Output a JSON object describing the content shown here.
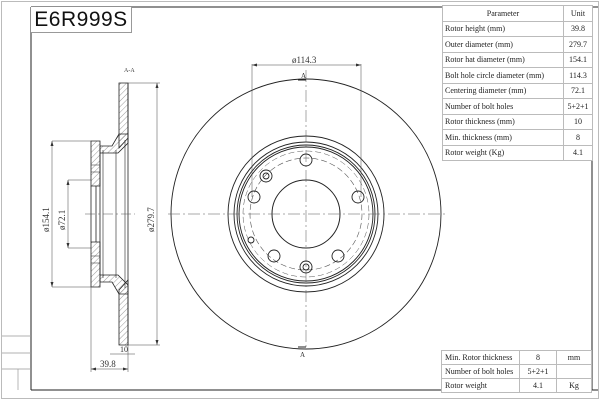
{
  "drawing": {
    "part_number": "E6R999S",
    "section_label": "A-A",
    "section_marker_top": "A",
    "section_marker_bottom": "A",
    "dimensions": {
      "bolt_circle": "ø114.3",
      "hat_diameter": "ø154.1",
      "centering_diameter": "ø72.1",
      "outer_diameter": "ø279.7",
      "thickness": "10",
      "height": "39.8"
    }
  },
  "parameter_table": {
    "header": {
      "parameter": "Parameter",
      "unit": "Unit"
    },
    "rows": [
      {
        "label": "Rotor height (mm)",
        "value": "39.8"
      },
      {
        "label": "Outer diameter (mm)",
        "value": "279.7"
      },
      {
        "label": "Rotor hat diameter (mm)",
        "value": "154.1"
      },
      {
        "label": "Bolt hole circle diameter (mm)",
        "value": "114.3"
      },
      {
        "label": "Centering diameter (mm)",
        "value": "72.1"
      },
      {
        "label": "Number of bolt holes",
        "value": "5+2+1"
      },
      {
        "label": "Rotor thickness (mm)",
        "value": "10"
      },
      {
        "label": "Min. thickness (mm)",
        "value": "8"
      },
      {
        "label": "Rotor weight (Kg)",
        "value": "4.1"
      }
    ]
  },
  "summary_table": {
    "rows": [
      {
        "label": "Min. Rotor thickness",
        "value": "8",
        "unit": "mm"
      },
      {
        "label": "Number of bolt holes",
        "value": "5+2+1",
        "unit": ""
      },
      {
        "label": "Rotor weight",
        "value": "4.1",
        "unit": "Kg"
      }
    ]
  }
}
